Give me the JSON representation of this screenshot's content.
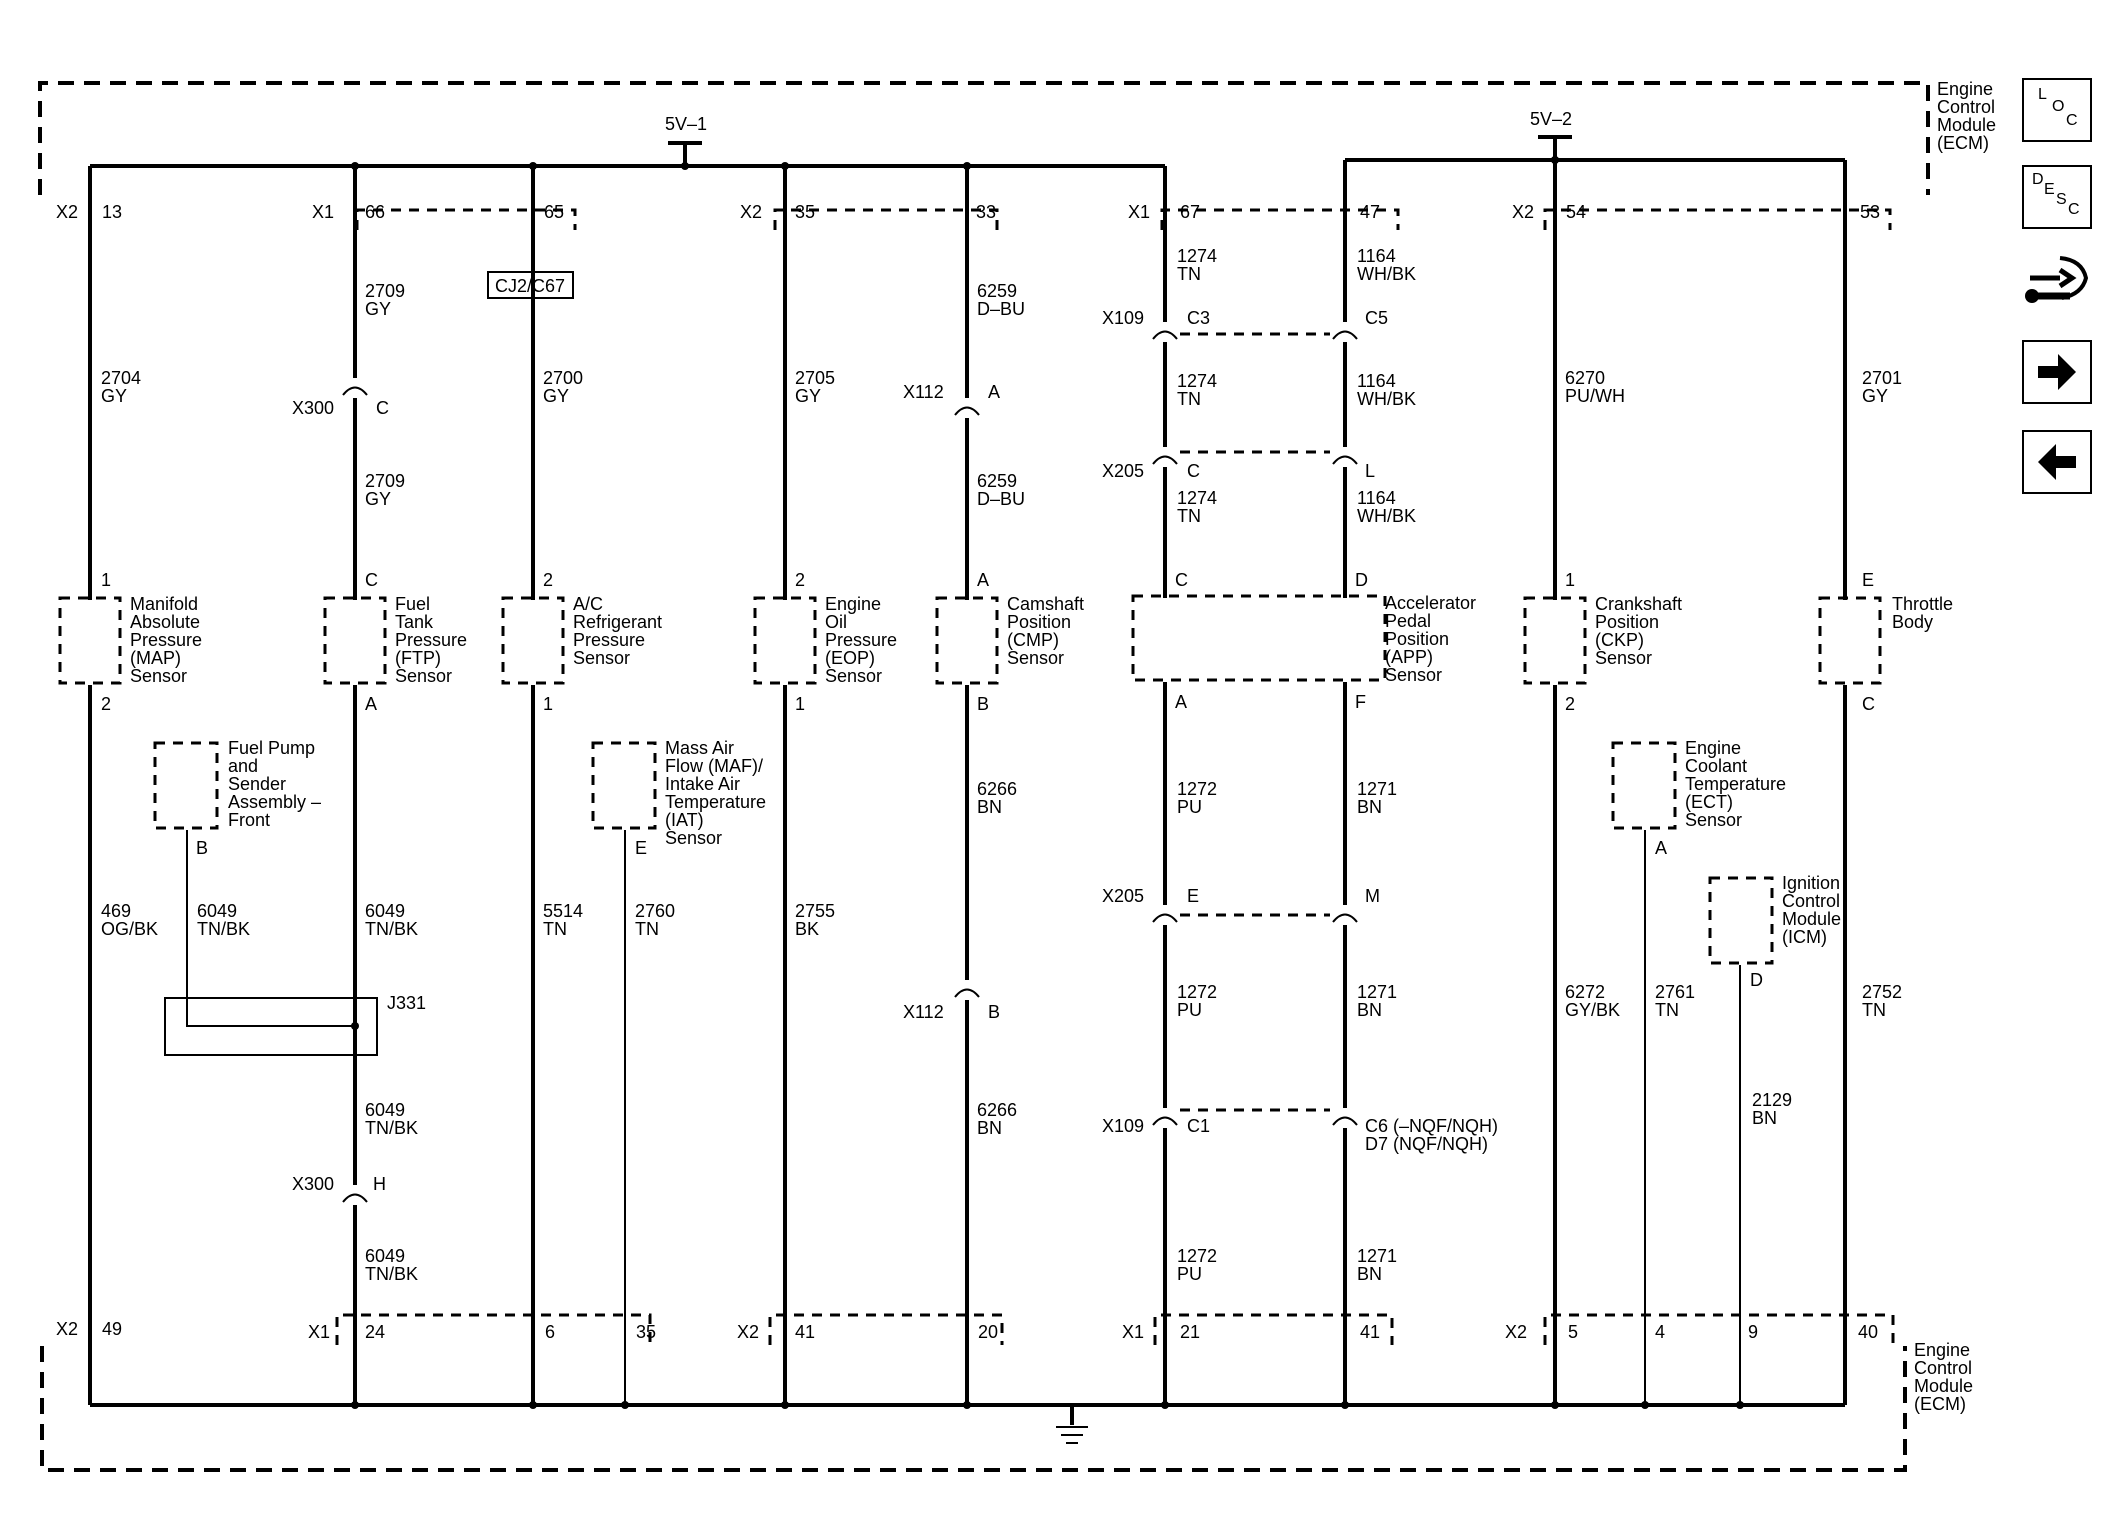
{
  "ecm_label": [
    "Engine",
    "Control",
    "Module",
    "(ECM)"
  ],
  "supply": {
    "left": "5V–1",
    "right": "5V–2"
  },
  "connectors_top": {
    "x2_13": "X2",
    "pin13": "13",
    "x1_66": "X1",
    "pin66": "66",
    "pin65": "65",
    "x2_35": "X2",
    "pin35": "35",
    "pin33": "33",
    "x1_67": "X1",
    "pin67": "67",
    "pin47": "47",
    "x2_54": "X2",
    "pin54": "54",
    "pin53": "53"
  },
  "connectors_bottom": {
    "x2_49": "X2",
    "pin49": "49",
    "x1_24": "X1",
    "pin24": "24",
    "pin6": "6",
    "pin35b": "35",
    "x2_41": "X2",
    "pin41": "41",
    "pin20": "20",
    "x1_21": "X1",
    "pin21": "21",
    "pin41b": "41",
    "x2_5": "X2",
    "pin5": "5",
    "pin4": "4",
    "pin9": "9",
    "pin40": "40"
  },
  "splice_cj2": "CJ2/C67",
  "j331": "J331",
  "wires": {
    "w2704": [
      "2704",
      "GY"
    ],
    "w2709a": [
      "2709",
      "GY"
    ],
    "w2709b": [
      "2709",
      "GY"
    ],
    "w2700": [
      "2700",
      "GY"
    ],
    "w2705": [
      "2705",
      "GY"
    ],
    "w6259a": [
      "6259",
      "D–BU"
    ],
    "w6259b": [
      "6259",
      "D–BU"
    ],
    "w1274a": [
      "1274",
      "TN"
    ],
    "w1274b": [
      "1274",
      "TN"
    ],
    "w1274c": [
      "1274",
      "TN"
    ],
    "w1164a": [
      "1164",
      "WH/BK"
    ],
    "w1164b": [
      "1164",
      "WH/BK"
    ],
    "w1164c": [
      "1164",
      "WH/BK"
    ],
    "w6270": [
      "6270",
      "PU/WH"
    ],
    "w2701": [
      "2701",
      "GY"
    ],
    "w469": [
      "469",
      "OG/BK"
    ],
    "w6049a": [
      "6049",
      "TN/BK"
    ],
    "w6049b": [
      "6049",
      "TN/BK"
    ],
    "w6049c": [
      "6049",
      "TN/BK"
    ],
    "w6049d": [
      "6049",
      "TN/BK"
    ],
    "w5514": [
      "5514",
      "TN"
    ],
    "w2760": [
      "2760",
      "TN"
    ],
    "w2755": [
      "2755",
      "BK"
    ],
    "w6266a": [
      "6266",
      "BN"
    ],
    "w6266b": [
      "6266",
      "BN"
    ],
    "w1272a": [
      "1272",
      "PU"
    ],
    "w1272b": [
      "1272",
      "PU"
    ],
    "w1272c": [
      "1272",
      "PU"
    ],
    "w1271a": [
      "1271",
      "BN"
    ],
    "w1271b": [
      "1271",
      "BN"
    ],
    "w1271c": [
      "1271",
      "BN"
    ],
    "w6272": [
      "6272",
      "GY/BK"
    ],
    "w2761": [
      "2761",
      "TN"
    ],
    "w2129": [
      "2129",
      "BN"
    ],
    "w2752": [
      "2752",
      "TN"
    ]
  },
  "inline_connectors": {
    "x300": "X300",
    "x300_c": "C",
    "x300_h": "H",
    "x112": "X112",
    "x112_a": "A",
    "x112_b": "B",
    "x109": "X109",
    "x109_c3": "C3",
    "x109_c5": "C5",
    "x109_c1": "C1",
    "x109_c6": "C6 (–NQF/NQH)",
    "x109_d7": "D7 (NQF/NQH)",
    "x205": "X205",
    "x205_c": "C",
    "x205_l": "L",
    "x205_e": "E",
    "x205_m": "M"
  },
  "components": {
    "map": {
      "name": [
        "Manifold",
        "Absolute",
        "Pressure",
        "(MAP)",
        "Sensor"
      ],
      "top_pin": "1",
      "bottom_pin": "2"
    },
    "ftp": {
      "name": [
        "Fuel",
        "Tank",
        "Pressure",
        "(FTP)",
        "Sensor"
      ],
      "top_pin": "C",
      "bottom_pin": "A"
    },
    "ac": {
      "name": [
        "A/C",
        "Refrigerant",
        "Pressure",
        "Sensor"
      ],
      "top_pin": "2",
      "bottom_pin": "1"
    },
    "eop": {
      "name": [
        "Engine",
        "Oil",
        "Pressure",
        "(EOP)",
        "Sensor"
      ],
      "top_pin": "2",
      "bottom_pin": "1"
    },
    "cmp": {
      "name": [
        "Camshaft",
        "Position",
        "(CMP)",
        "Sensor"
      ],
      "top_pin": "A",
      "bottom_pin": "B"
    },
    "app": {
      "name": [
        "Accelerator",
        "Pedal",
        "Position",
        "(APP)",
        "Sensor"
      ],
      "pin_c": "C",
      "pin_d": "D",
      "pin_a": "A",
      "pin_f": "F"
    },
    "ckp": {
      "name": [
        "Crankshaft",
        "Position",
        "(CKP)",
        "Sensor"
      ],
      "top_pin": "1",
      "bottom_pin": "2"
    },
    "throttle": {
      "name": [
        "Throttle",
        "Body"
      ],
      "top_pin": "E",
      "bottom_pin": "C"
    },
    "fuel_pump": {
      "name": [
        "Fuel Pump",
        "and",
        "Sender",
        "Assembly –",
        "Front"
      ],
      "pin": "B"
    },
    "maf": {
      "name": [
        "Mass Air",
        "Flow (MAF)/",
        "Intake Air",
        "Temperature",
        "(IAT)",
        "Sensor"
      ],
      "pin": "E"
    },
    "ect": {
      "name": [
        "Engine",
        "Coolant",
        "Temperature",
        "(ECT)",
        "Sensor"
      ],
      "pin": "A"
    },
    "icm": {
      "name": [
        "Ignition",
        "Control",
        "Module",
        "(ICM)"
      ],
      "pin": "D"
    }
  },
  "nav": {
    "loc": [
      "L",
      "O",
      "C"
    ],
    "desc": [
      "D",
      "E",
      "S",
      "C"
    ]
  }
}
